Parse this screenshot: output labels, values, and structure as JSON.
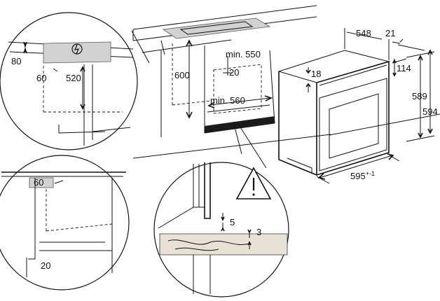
{
  "dimensions": {
    "top_right_depth": "548",
    "top_right_offset": "21",
    "oven_height_inner": "114",
    "oven_height_front": "589",
    "oven_height_total": "594",
    "oven_gap_top": "18",
    "oven_width": "595",
    "oven_width_tol": "+-1",
    "niche_height": "600",
    "niche_depth_min": "min. 550",
    "niche_gap": "20",
    "niche_width_min": "min. 560",
    "detail_topleft_80": "80",
    "detail_topleft_60": "60",
    "detail_topleft_520": "520",
    "detail_bottomleft_60": "60",
    "detail_bottomleft_20": "20",
    "detail_bottom_5": "5",
    "detail_bottom_3": "3"
  },
  "symbols": {
    "warning": "warning-triangle-icon",
    "power": "power-plug-icon"
  },
  "colors": {
    "line": "#111111",
    "grey_panel": "#d2d2d2",
    "vent_strip": "#1b1b1b"
  }
}
